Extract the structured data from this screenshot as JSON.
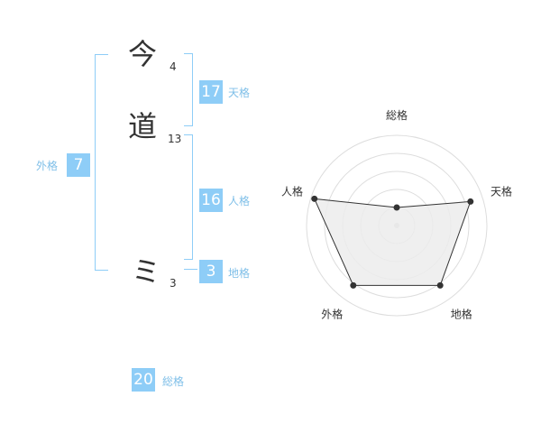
{
  "name": {
    "chars": [
      {
        "char": "今",
        "strokes": "4"
      },
      {
        "char": "道",
        "strokes": "13"
      },
      {
        "char": "ミ",
        "strokes": "3"
      }
    ]
  },
  "fortunes": {
    "tenkaku": {
      "value": "17",
      "label": "天格"
    },
    "jinkaku": {
      "value": "16",
      "label": "人格"
    },
    "chikaku": {
      "value": "3",
      "label": "地格"
    },
    "gaikaku": {
      "value": "7",
      "label": "外格"
    },
    "soukaku": {
      "value": "20",
      "label": "総格"
    }
  },
  "colors": {
    "accent": "#8ecdf7",
    "label": "#7fbfe8",
    "radar_fill": "#ececec",
    "radar_line": "#333333"
  },
  "chart_data": {
    "type": "radar",
    "axes": [
      "総格",
      "天格",
      "地格",
      "外格",
      "人格"
    ],
    "values": [
      1,
      4.3,
      4.1,
      4.1,
      4.8
    ],
    "rmax": 5,
    "rings": 5
  }
}
